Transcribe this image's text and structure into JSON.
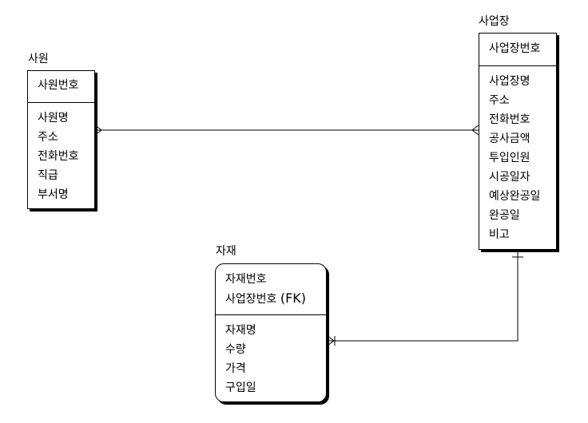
{
  "entities": {
    "employee": {
      "name": "사원",
      "keys": [
        "사원번호"
      ],
      "attributes": [
        "사원명",
        "주소",
        "전화번호",
        "직급",
        "부서명"
      ]
    },
    "site": {
      "name": "사업장",
      "keys": [
        "사업장번호"
      ],
      "attributes": [
        "사업장명",
        "주소",
        "전화번호",
        "공사금액",
        "투입인원",
        "시공일자",
        "예상완공일",
        "완공일",
        "비고"
      ]
    },
    "material": {
      "name": "자재",
      "keys": [
        "자재번호",
        "사업장번호"
      ],
      "fk_marker": "(FK)",
      "attributes": [
        "자재명",
        "수량",
        "가격",
        "구입일"
      ]
    }
  },
  "colors": {
    "line": "#000000",
    "background": "#ffffff"
  }
}
